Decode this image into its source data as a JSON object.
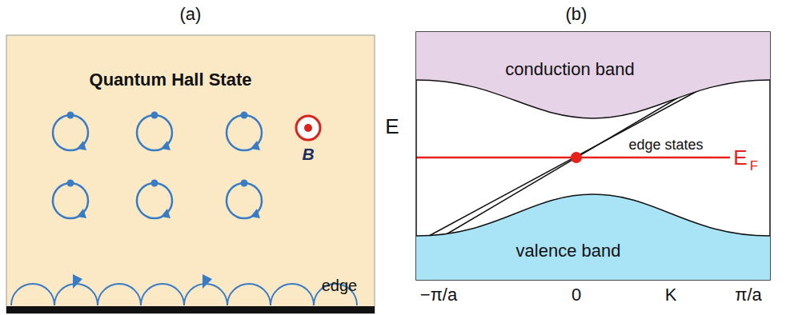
{
  "diagram": {
    "nodes": [
      {
        "text": [
          "Quantum Hall State"
        ]
      },
      {
        "text": [
          "conduction band"
        ]
      },
      {
        "text": [
          "valence band"
        ]
      }
    ],
    "labels": [
      "(a)",
      "(b)",
      "B",
      "edge",
      "E",
      "edge states",
      "E",
      "F",
      "−π/a",
      "0",
      "K",
      "π/a"
    ]
  }
}
